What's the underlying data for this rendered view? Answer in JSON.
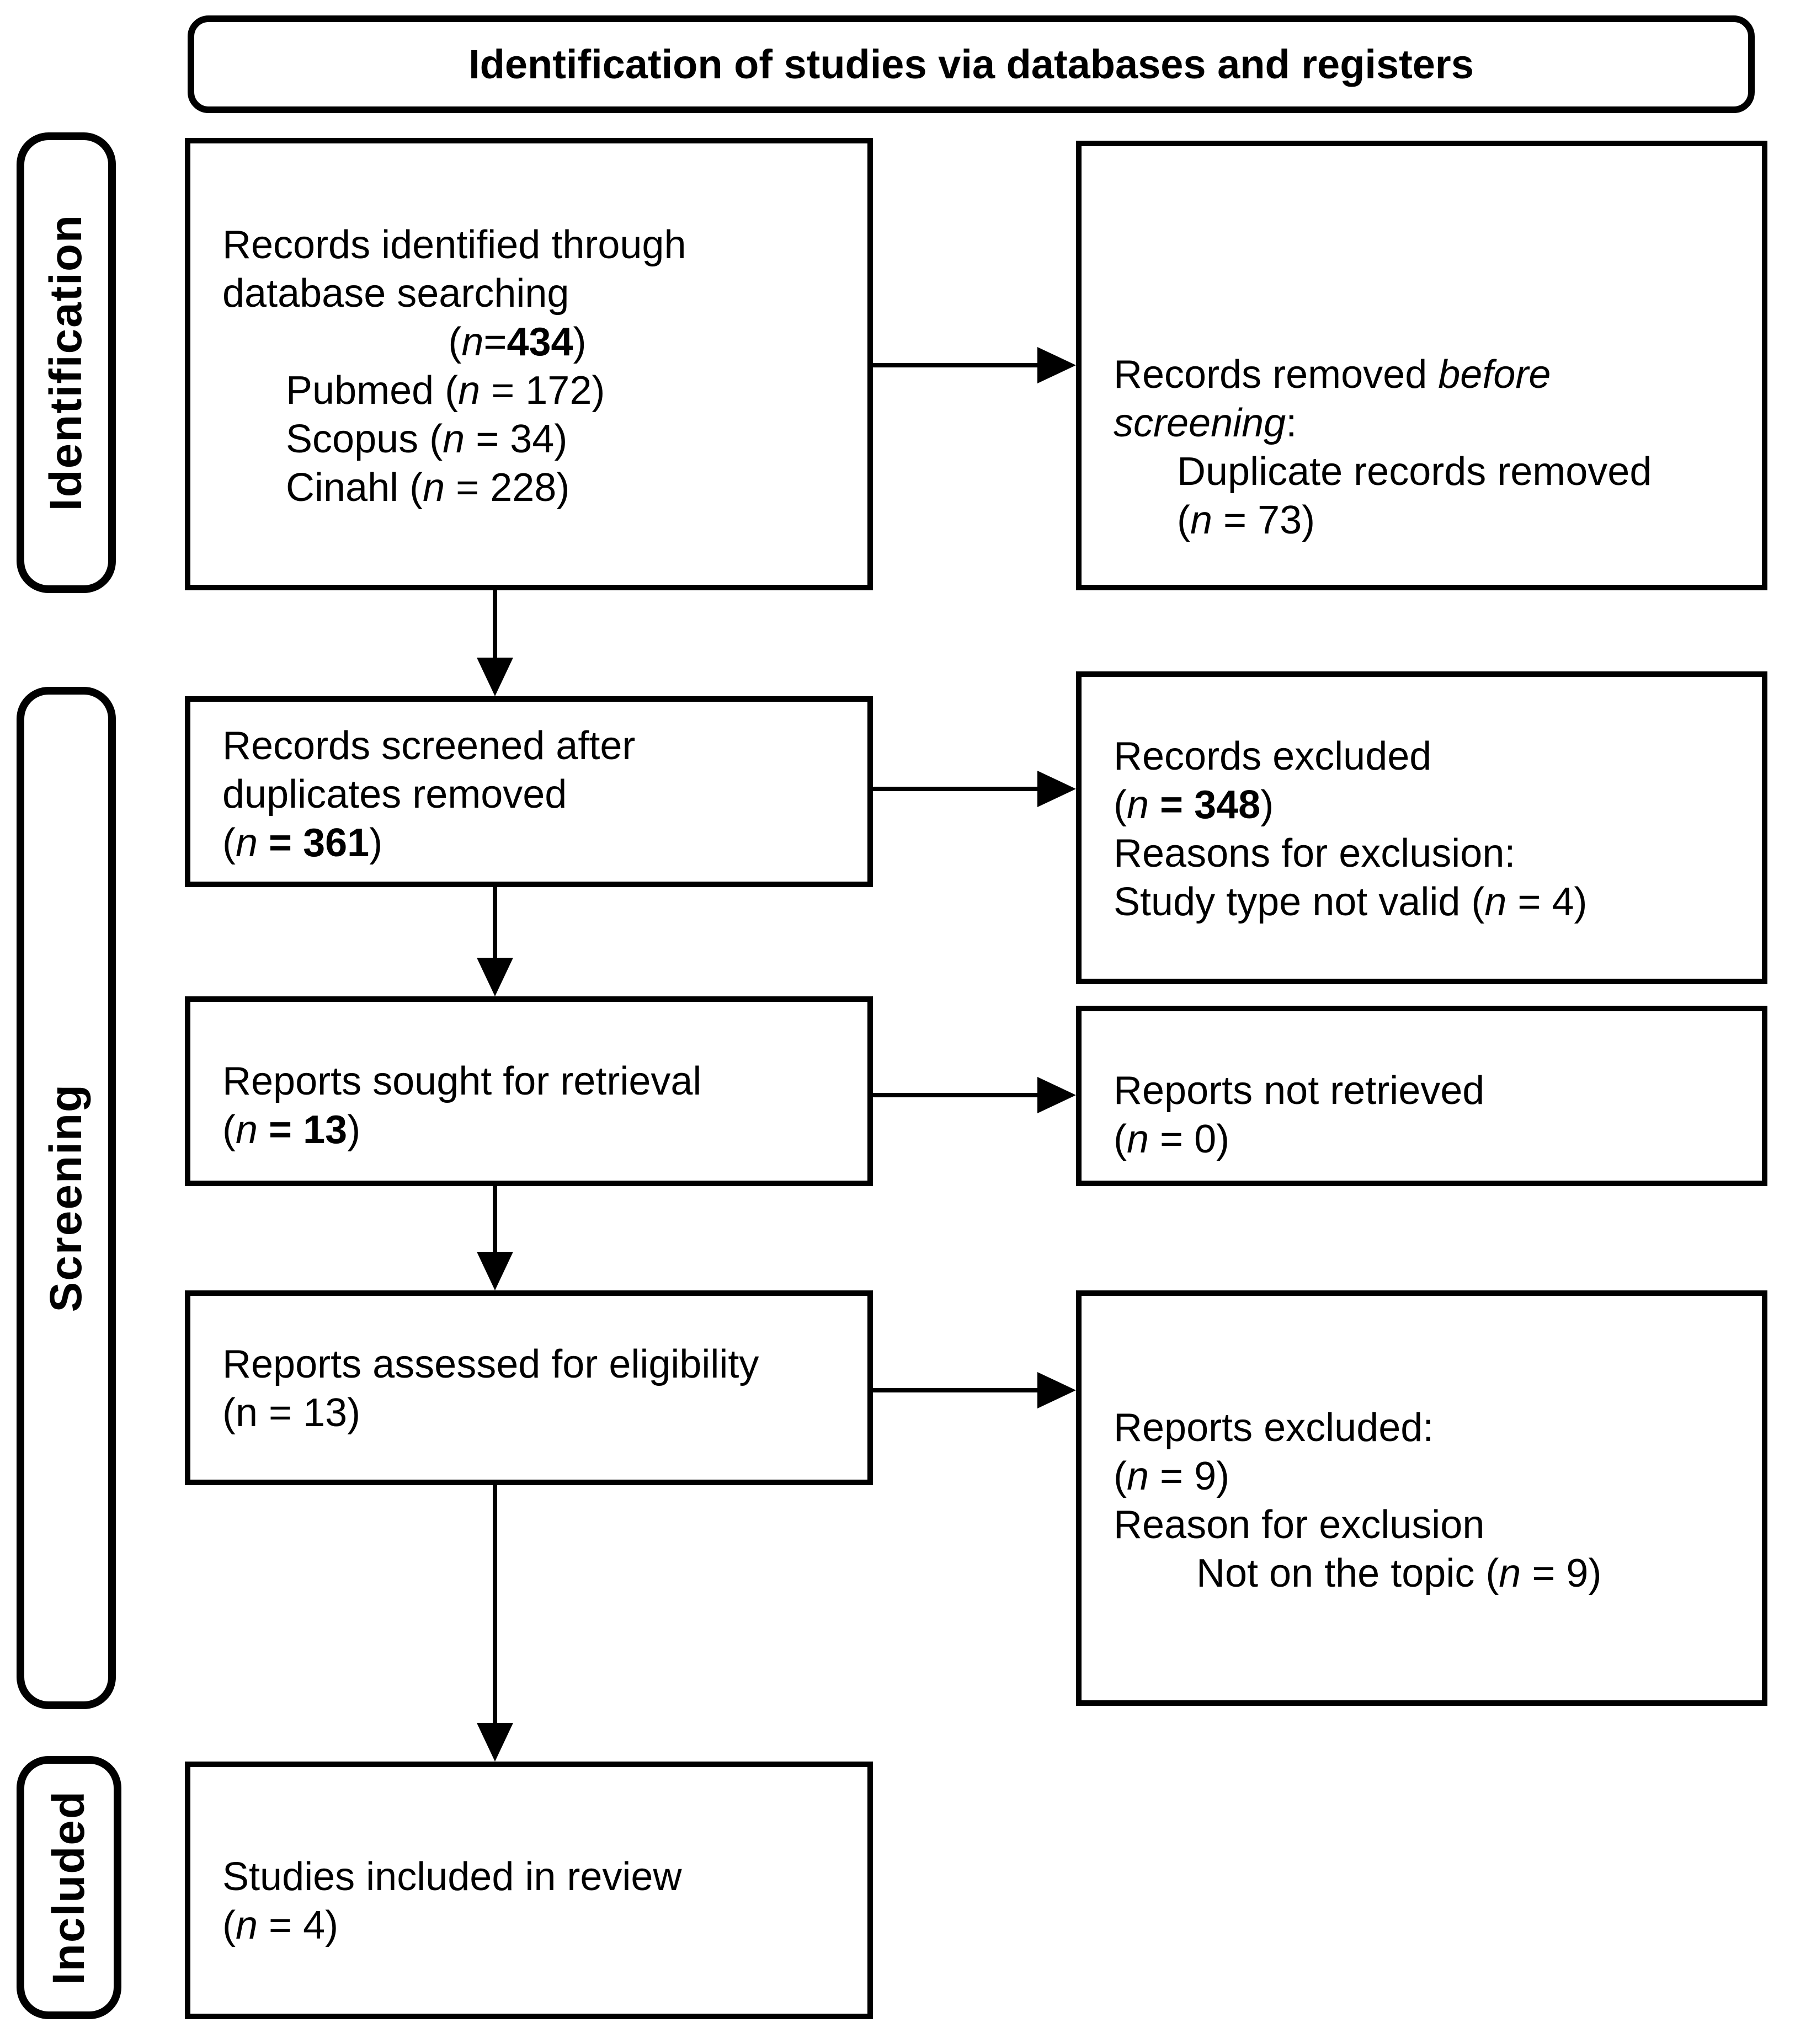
{
  "title": "Identification of studies via databases and registers",
  "sidebar": {
    "identification": "Identification",
    "screening": "Screening",
    "included": "Included"
  },
  "accent_colors": {
    "line": "#000000",
    "background": "#ffffff"
  },
  "boxes": {
    "records_identified": {
      "lines": [
        {
          "segments": [
            {
              "t": "Records identified through"
            }
          ]
        },
        {
          "segments": [
            {
              "t": "database searching"
            }
          ]
        },
        {
          "center": true,
          "segments": [
            {
              "t": "("
            },
            {
              "t": "n",
              "i": true
            },
            {
              "t": "="
            },
            {
              "t": "434",
              "b": true
            },
            {
              "t": ")"
            }
          ]
        },
        {
          "indent": 1,
          "segments": [
            {
              "t": "Pubmed ("
            },
            {
              "t": "n",
              "i": true
            },
            {
              "t": " = 172)"
            }
          ]
        },
        {
          "indent": 1,
          "segments": [
            {
              "t": "Scopus ("
            },
            {
              "t": "n",
              "i": true
            },
            {
              "t": " = 34)"
            }
          ]
        },
        {
          "indent": 1,
          "segments": [
            {
              "t": "Cinahl ("
            },
            {
              "t": "n",
              "i": true
            },
            {
              "t": " = 228)"
            }
          ]
        }
      ]
    },
    "records_removed": {
      "lines": [
        {
          "segments": [
            {
              "t": "Records removed "
            },
            {
              "t": "before",
              "i": true
            }
          ]
        },
        {
          "segments": [
            {
              "t": "screening",
              "i": true
            },
            {
              "t": ":"
            }
          ]
        },
        {
          "indent": 1,
          "segments": [
            {
              "t": "Duplicate records removed"
            }
          ]
        },
        {
          "indent": 1,
          "segments": [
            {
              "t": "("
            },
            {
              "t": "n",
              "i": true
            },
            {
              "t": " = 73)"
            }
          ]
        }
      ]
    },
    "records_screened": {
      "lines": [
        {
          "segments": [
            {
              "t": "Records screened after"
            }
          ]
        },
        {
          "segments": [
            {
              "t": "duplicates removed"
            }
          ]
        },
        {
          "segments": [
            {
              "t": "("
            },
            {
              "t": "n",
              "i": true
            },
            {
              "t": " "
            },
            {
              "t": "= 361",
              "b": true
            },
            {
              "t": ")"
            }
          ]
        }
      ]
    },
    "records_excluded": {
      "lines": [
        {
          "segments": [
            {
              "t": "Records excluded"
            }
          ]
        },
        {
          "segments": [
            {
              "t": "("
            },
            {
              "t": "n",
              "i": true
            },
            {
              "t": " "
            },
            {
              "t": "= 348",
              "b": true
            },
            {
              "t": ")"
            }
          ]
        },
        {
          "segments": [
            {
              "t": "Reasons for exclusion:"
            }
          ]
        },
        {
          "segments": [
            {
              "t": "Study type not valid ("
            },
            {
              "t": "n",
              "i": true
            },
            {
              "t": " = 4)"
            }
          ]
        }
      ]
    },
    "reports_sought": {
      "lines": [
        {
          "segments": [
            {
              "t": "Reports sought for retrieval"
            }
          ]
        },
        {
          "segments": [
            {
              "t": "("
            },
            {
              "t": "n",
              "i": true
            },
            {
              "t": " "
            },
            {
              "t": "= 13",
              "b": true
            },
            {
              "t": ")"
            }
          ]
        }
      ]
    },
    "reports_not_retrieved": {
      "lines": [
        {
          "segments": [
            {
              "t": "Reports not retrieved"
            }
          ]
        },
        {
          "segments": [
            {
              "t": "("
            },
            {
              "t": "n",
              "i": true
            },
            {
              "t": " = 0)"
            }
          ]
        }
      ]
    },
    "reports_assessed": {
      "lines": [
        {
          "segments": [
            {
              "t": "Reports assessed for eligibility"
            }
          ]
        },
        {
          "segments": [
            {
              "t": "(n = 13)"
            }
          ]
        }
      ]
    },
    "reports_excluded": {
      "lines": [
        {
          "segments": [
            {
              "t": "Reports excluded:"
            }
          ]
        },
        {
          "segments": [
            {
              "t": "("
            },
            {
              "t": "n",
              "i": true
            },
            {
              "t": " = 9)"
            }
          ]
        },
        {
          "segments": [
            {
              "t": "Reason for exclusion"
            }
          ]
        },
        {
          "indent": 2,
          "segments": [
            {
              "t": "Not on the topic ("
            },
            {
              "t": "n",
              "i": true
            },
            {
              "t": " = 9)"
            }
          ]
        }
      ]
    },
    "studies_included": {
      "lines": [
        {
          "segments": [
            {
              "t": "Studies included in review"
            }
          ]
        },
        {
          "segments": [
            {
              "t": "("
            },
            {
              "t": "n",
              "i": true
            },
            {
              "t": " = 4)"
            }
          ]
        }
      ]
    }
  }
}
